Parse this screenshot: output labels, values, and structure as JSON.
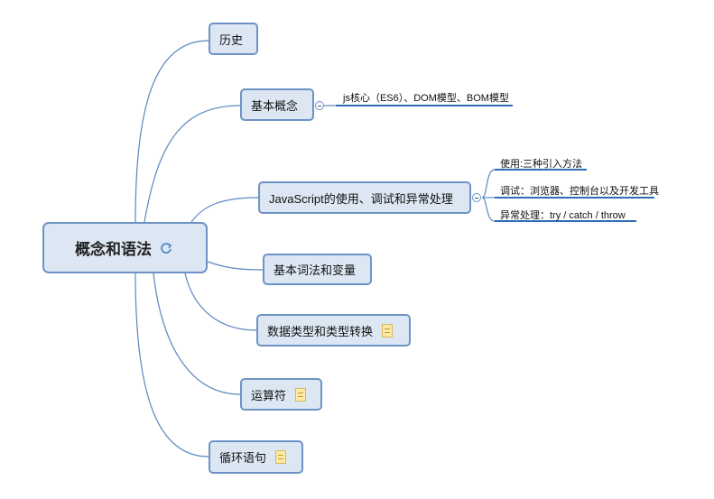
{
  "root": {
    "label": "概念和语法",
    "icon": "refresh-icon"
  },
  "topics": [
    {
      "label": "历史",
      "note": false
    },
    {
      "label": "基本概念",
      "note": false
    },
    {
      "label": "JavaScript的使用、调试和异常处理",
      "note": false
    },
    {
      "label": "基本词法和变量",
      "note": false
    },
    {
      "label": "数据类型和类型转换",
      "note": true
    },
    {
      "label": "运算符",
      "note": true
    },
    {
      "label": "循环语句",
      "note": true
    }
  ],
  "subtopics": {
    "basic_concepts": [
      "js核心（ES6）、DOM模型、BOM模型"
    ],
    "javascript_usage": [
      "使用:三种引入方法",
      "调试：浏览器、控制台以及开发工具",
      "异常处理：try / catch / throw"
    ]
  },
  "colors": {
    "node_fill": "#dde7f3",
    "node_border": "#6d93c6",
    "line": "#5b87bf",
    "underline": "#2f6db5"
  }
}
